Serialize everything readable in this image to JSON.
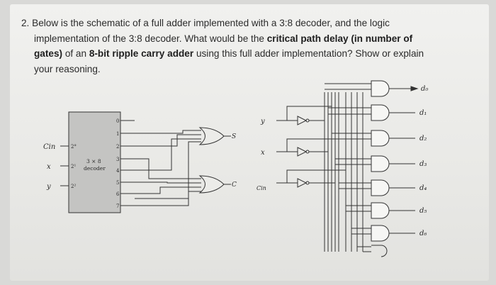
{
  "question": {
    "number": "2.",
    "line1": "Below is the schematic of a full adder implemented with a 3:8 decoder, and the logic",
    "line2": "implementation of the 3:8 decoder. What would be the ",
    "bold1": "critical path delay (in number of",
    "bold2": "gates)",
    "line3": " of an ",
    "bold3": "8-bit ripple carry adder",
    "line3b": " using this full adder implementation? Show or explain",
    "line4": "your reasoning."
  },
  "decoder_circuit": {
    "inputs": [
      "Cin",
      "x",
      "y"
    ],
    "input_pins": [
      "2°",
      "2¹",
      "2²"
    ],
    "block_label_1": "3 × 8",
    "block_label_2": "decoder",
    "output_pins": [
      "0",
      "1",
      "2",
      "3",
      "4",
      "5",
      "6",
      "7"
    ],
    "outputs": [
      "S",
      "C"
    ]
  },
  "decoder_logic": {
    "inputs": [
      "y",
      "x",
      "Cin"
    ],
    "outputs": [
      "d₀",
      "d₁",
      "d₂",
      "d₃",
      "d₄",
      "d₅",
      "d₆"
    ]
  },
  "colors": {
    "ink": "#2b2b2b",
    "block_fill": "#c4c4c2",
    "paper": "#efefed"
  }
}
